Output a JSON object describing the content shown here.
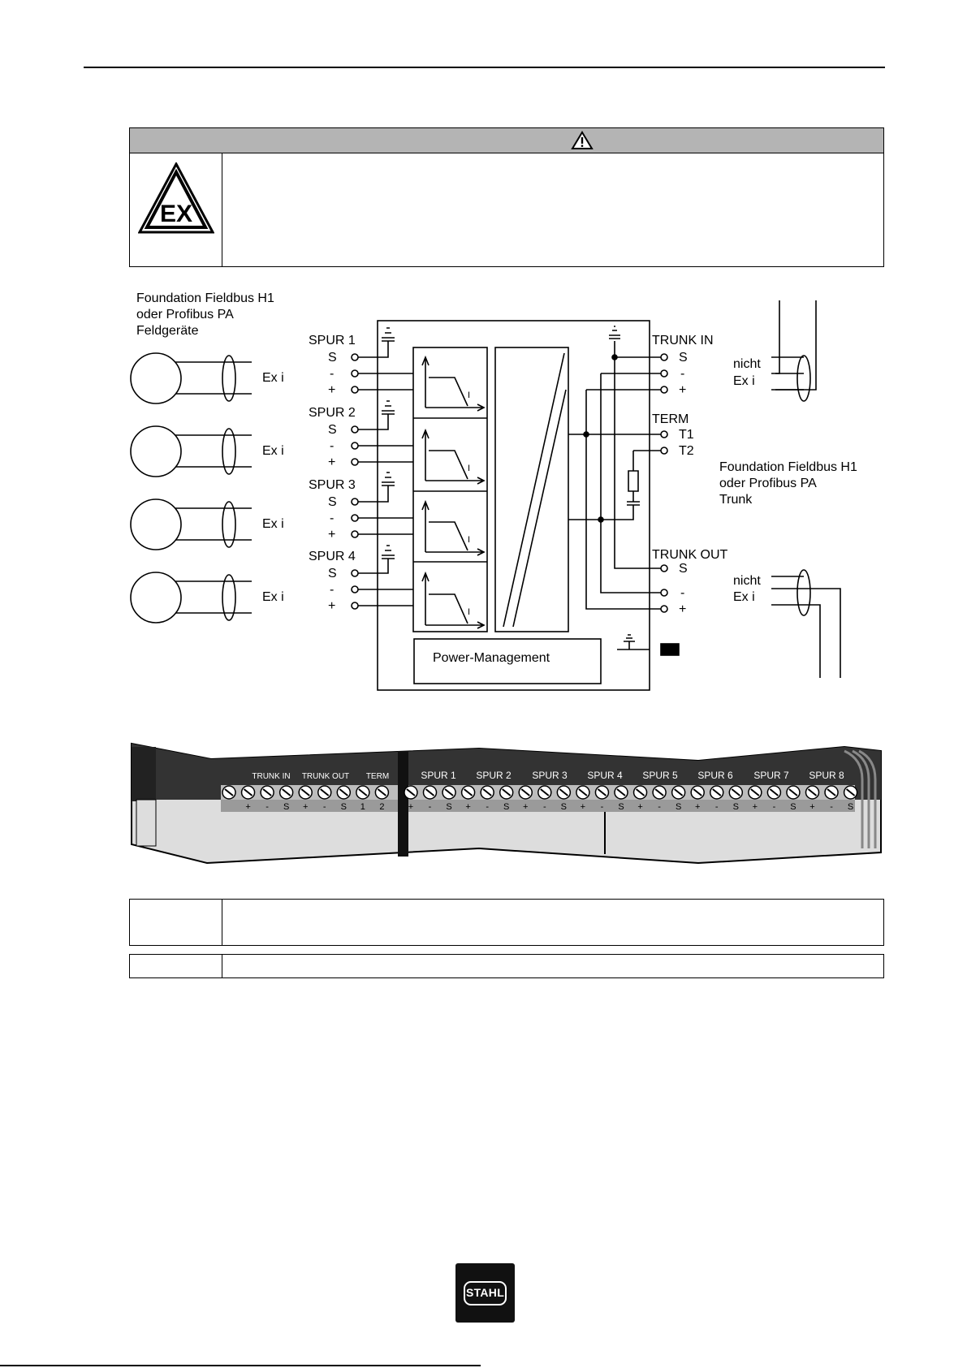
{
  "diagram": {
    "field_title": [
      "Foundation Fieldbus H1",
      "oder Profibus PA",
      "Feldgeräte"
    ],
    "trunk_title": [
      "Foundation Fieldbus H1",
      "oder Profibus PA",
      "Trunk"
    ],
    "ex_i": "Ex i",
    "nicht": "nicht",
    "spur_labels": [
      "SPUR 1",
      "SPUR 2",
      "SPUR 3",
      "SPUR 4"
    ],
    "pin_labels": [
      "S",
      "-",
      "+"
    ],
    "trunk_in": "TRUNK IN",
    "trunk_out": "TRUNK OUT",
    "term": "TERM",
    "term_pins": [
      "T1",
      "T2"
    ],
    "power_management": "Power-Management",
    "current_label": "I"
  },
  "terminal": {
    "group_labels": [
      "TRUNK IN",
      "TRUNK OUT",
      "TERM",
      "SPUR 1",
      "SPUR 2",
      "SPUR 3",
      "SPUR 4",
      "SPUR 5",
      "SPUR 6",
      "SPUR 7",
      "SPUR 8"
    ],
    "pin_row": [
      "",
      "+",
      "-",
      "S",
      "+",
      "-",
      "S",
      "1",
      "2",
      "+",
      "-",
      "S",
      "+",
      "-",
      "S",
      "+",
      "-",
      "S",
      "+",
      "-",
      "S",
      "+",
      "-",
      "S",
      "+",
      "-",
      "S",
      "+",
      "-",
      "S",
      "+",
      "-",
      "S"
    ]
  },
  "warning": {
    "icon": "warning-triangle-icon",
    "ex_icon": "ex-hazard-icon"
  },
  "logo": {
    "text": "STAHL"
  }
}
